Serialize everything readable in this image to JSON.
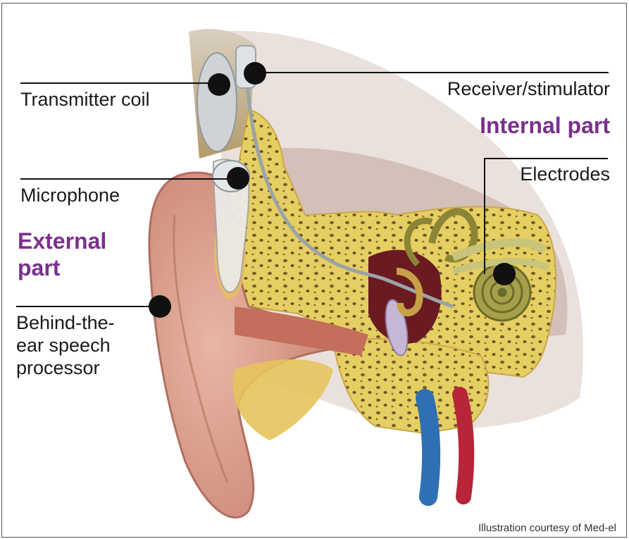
{
  "labels": {
    "transmitter_coil": "Transmitter coil",
    "receiver_stimulator": "Receiver/stimulator",
    "internal_part": "Internal part",
    "electrodes": "Electrodes",
    "microphone": "Microphone",
    "external_part_line1": "External",
    "external_part_line2": "part",
    "behind_ear_line1": "Behind-the-",
    "behind_ear_line2": "ear speech",
    "behind_ear_line3": "processor"
  },
  "credit": "Illustration courtesy of Med-el",
  "colors": {
    "heading": "#7b2f8e",
    "bone": "#e8d36a",
    "skin": "#d99b8a",
    "tissue": "#c9785e"
  }
}
